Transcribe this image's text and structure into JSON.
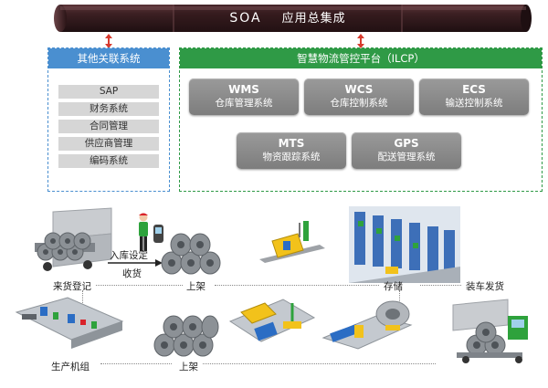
{
  "header": {
    "soa_label": "SOA",
    "integration_label": "应用总集成"
  },
  "other_systems": {
    "title": "其他关联系统",
    "items": [
      "SAP",
      "财务系统",
      "合同管理",
      "供应商管理",
      "编码系统"
    ]
  },
  "ilcp": {
    "title": "智慧物流管控平台（ILCP）",
    "modules": [
      {
        "code": "WMS",
        "name": "仓库管理系统"
      },
      {
        "code": "WCS",
        "name": "仓库控制系统"
      },
      {
        "code": "ECS",
        "name": "输送控制系统"
      },
      {
        "code": "MTS",
        "name": "物资跟踪系统"
      },
      {
        "code": "GPS",
        "name": "配送管理系统"
      }
    ]
  },
  "process": {
    "inbound_registration": "来货登记",
    "location_setting": "入库设定",
    "receiving": "收货",
    "shelving_top": "上架",
    "storage": "存储",
    "loading_delivery": "装车发货",
    "production_unit": "生产机组",
    "shelving_bottom": "上架"
  },
  "colors": {
    "pipe": "#3b1f22",
    "blue_panel": "#4a8fd0",
    "green_panel": "#2f9a46",
    "arrow": "#d83a2e",
    "module": "#8a8a8a"
  }
}
